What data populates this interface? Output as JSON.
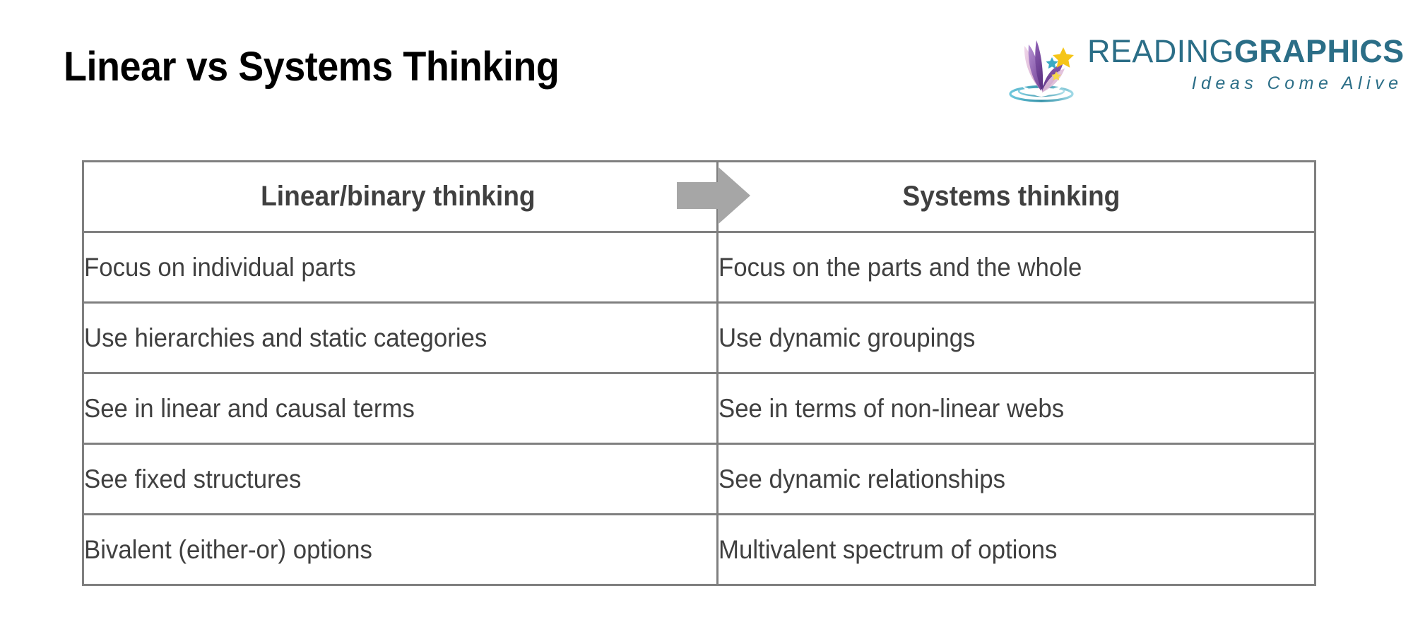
{
  "slide": {
    "title": "Linear vs Systems Thinking",
    "background_color": "#ffffff",
    "title_color": "#000000"
  },
  "logo": {
    "brand_light": "READING",
    "brand_bold": "GRAPHICS",
    "tagline": "Ideas Come Alive",
    "brand_color": "#2b6e87",
    "mark_purple": "#7b4397",
    "mark_violet": "#9b6fc0",
    "mark_pink": "#d9a9cf",
    "mark_teal": "#2f8fa6",
    "mark_star_yellow": "#f5c518",
    "icon": "open-book-with-stars-icon"
  },
  "table": {
    "border_color": "#7f7f7f",
    "header_color": "#404040",
    "body_color": "#404040",
    "arrow": {
      "icon": "right-arrow-icon",
      "color": "#a6a6a6"
    },
    "headers": [
      "Linear/binary thinking",
      "Systems thinking"
    ],
    "rows": [
      {
        "left": "Focus on individual parts",
        "right": "Focus on the parts and the whole"
      },
      {
        "left": "Use hierarchies and static categories",
        "right": "Use dynamic groupings"
      },
      {
        "left": "See in linear and causal terms",
        "right": "See in terms of non-linear webs"
      },
      {
        "left": "See fixed structures",
        "right": "See dynamic relationships"
      },
      {
        "left": "Bivalent (either-or) options",
        "right": "Multivalent spectrum of options"
      }
    ]
  }
}
